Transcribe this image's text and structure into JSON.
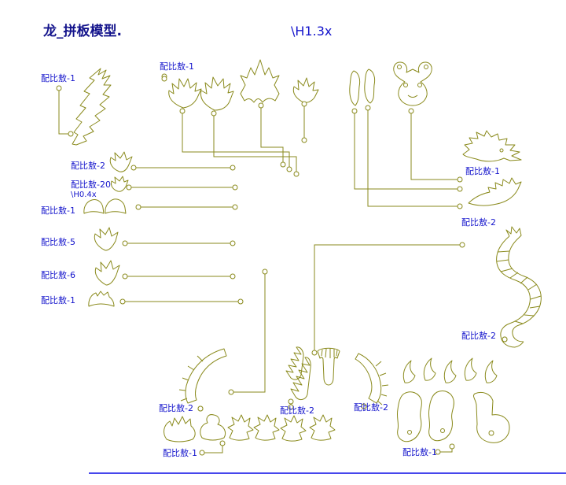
{
  "title": "龙_拼板模型.",
  "scale_note": "\\H1.3x",
  "colors": {
    "label_blue": "#1414cc",
    "title_navy": "#14148c",
    "shape_olive": "#8a8a1c",
    "baseline_blue": "#0a0ae6"
  },
  "labels": [
    {
      "text": "配比敖-1"
    },
    {
      "text": "配比敖-1"
    },
    {
      "text": "配比敖-2"
    },
    {
      "text": "配比敖-20",
      "sub": "\\H0.4x"
    },
    {
      "text": "配比敖-1"
    },
    {
      "text": "配比敖-5"
    },
    {
      "text": "配比敖-6"
    },
    {
      "text": "配比敖-1"
    },
    {
      "text": "配比敖-1"
    },
    {
      "text": "配比敖-2"
    },
    {
      "text": "配比敖-2"
    },
    {
      "text": "配比敖-2"
    },
    {
      "text": "配比敖-2"
    },
    {
      "text": "配比敖-2"
    },
    {
      "text": "配比敖-1"
    },
    {
      "text": "配比敖-1"
    }
  ]
}
